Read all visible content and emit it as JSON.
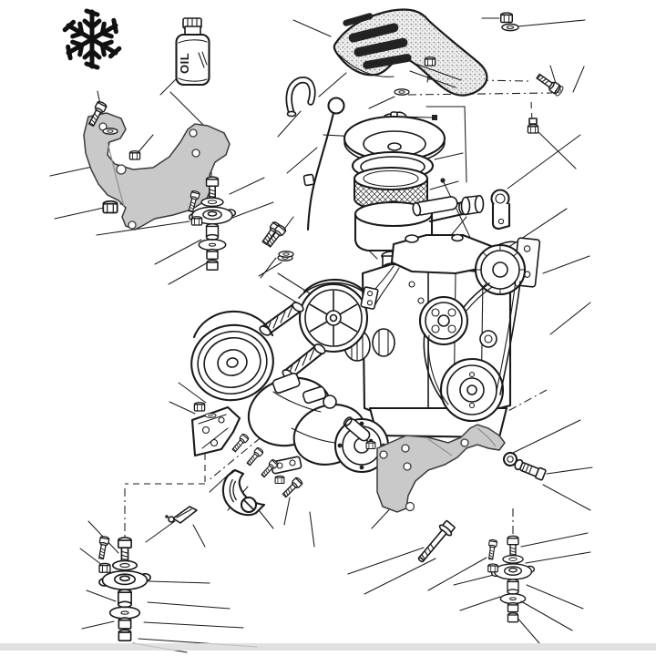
{
  "diagram": {
    "kind": "exploded-parts-diagram",
    "subject": "engine with air-conditioning compressor mounting kit",
    "colors": {
      "line": "#1a1a1a",
      "bracket_fill": "#c9c9c9",
      "paper": "#ffffff",
      "scan_edge": "#dcdcdc"
    },
    "labels": {
      "oil_bottle_text": "OIL"
    },
    "icons": [
      {
        "name": "snowflake-ac-icon",
        "meaning": "air-conditioning section symbol"
      },
      {
        "name": "oil-bottle-icon",
        "meaning": "refrigerant/compressor oil"
      }
    ],
    "parts": [
      "engine cover (stippled)",
      "cover nut",
      "cover washers",
      "cover bolt",
      "breather hook tube",
      "oil dipstick",
      "air cleaner wing nut",
      "air cleaner lid",
      "air cleaner gasket",
      "air cleaner element",
      "air cleaner bowl",
      "intake elbow stack",
      "intake tube",
      "intake bushing",
      "intake clamp",
      "intake fitting",
      "engine assembly",
      "alternator pulley",
      "water pump pulley",
      "crankshaft pulley",
      "drive belt",
      "fan pulley",
      "heater hoses",
      "upper mounting bracket (grey)",
      "bracket bolt and washer",
      "mid engine mount stack",
      "compressor",
      "compressor clutch pulley",
      "compressor channel bracket",
      "tensioner arm",
      "retainer clip",
      "spacer pin",
      "lower mounting bracket (grey)",
      "mounting stud with washer",
      "long mount bolt",
      "left engine mount stack",
      "right engine mount stack",
      "assorted nuts, bolts and washers"
    ]
  }
}
